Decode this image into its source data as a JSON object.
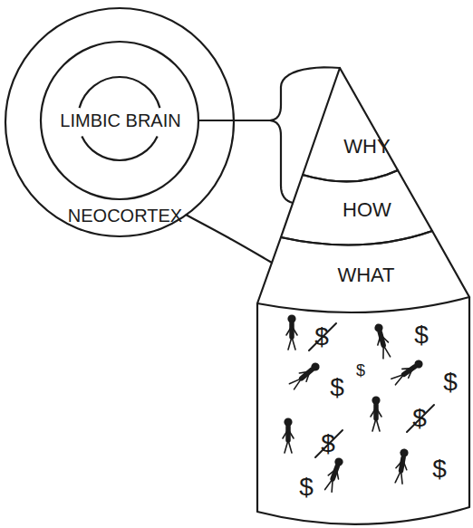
{
  "diagram": {
    "nodes": [
      {
        "text": [
          "NEOCORTEX"
        ]
      },
      {
        "text": [
          "LIMBIC BRAIN"
        ],
        "in": 0
      },
      {
        "text": [
          "WHY"
        ]
      },
      {
        "text": [
          "HOW"
        ]
      },
      {
        "text": [
          "WHAT"
        ]
      }
    ],
    "edges": [
      {
        "from": 1,
        "to": 2,
        "arrow": "none"
      },
      {
        "from": 1,
        "to": 3,
        "arrow": "none"
      },
      {
        "from": 0,
        "to": 4,
        "arrow": "none"
      }
    ],
    "labels": [
      "$",
      "$",
      "$",
      "$",
      "$",
      "$",
      "$",
      "$",
      "$"
    ]
  }
}
